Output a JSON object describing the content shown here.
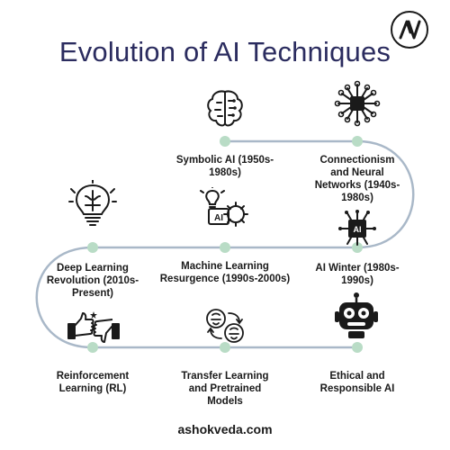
{
  "title": "Evolution of AI Techniques",
  "logo": {
    "text": "AV"
  },
  "steps": [
    {
      "label": "Symbolic AI (1950s-\n1980s)",
      "icon": "brain-circuit-icon"
    },
    {
      "label": "Connectionism\nand Neural\nNetworks (1940s-\n1980s)",
      "icon": "chip-network-icon"
    },
    {
      "label": "AI Winter (1980s-\n1990s)",
      "icon": "ai-chip-icon"
    },
    {
      "label": "Machine Learning\nResurgence (1990s-2000s)",
      "icon": "ai-lightbulb-gear-icon"
    },
    {
      "label": "Deep Learning\nRevolution (2010s-\nPresent)",
      "icon": "brain-lightbulb-icon"
    },
    {
      "label": "Reinforcement\nLearning (RL)",
      "icon": "thumbs-feedback-icon"
    },
    {
      "label": "Transfer Learning\nand Pretrained\nModels",
      "icon": "brain-transfer-icon"
    },
    {
      "label": "Ethical and\nResponsible AI",
      "icon": "robot-icon"
    }
  ],
  "footer": "ashokveda.com",
  "colors": {
    "title": "#2b2c5f",
    "path": "#a9b8c8",
    "node": "#b9dcc6",
    "ink": "#1a1a1a"
  }
}
